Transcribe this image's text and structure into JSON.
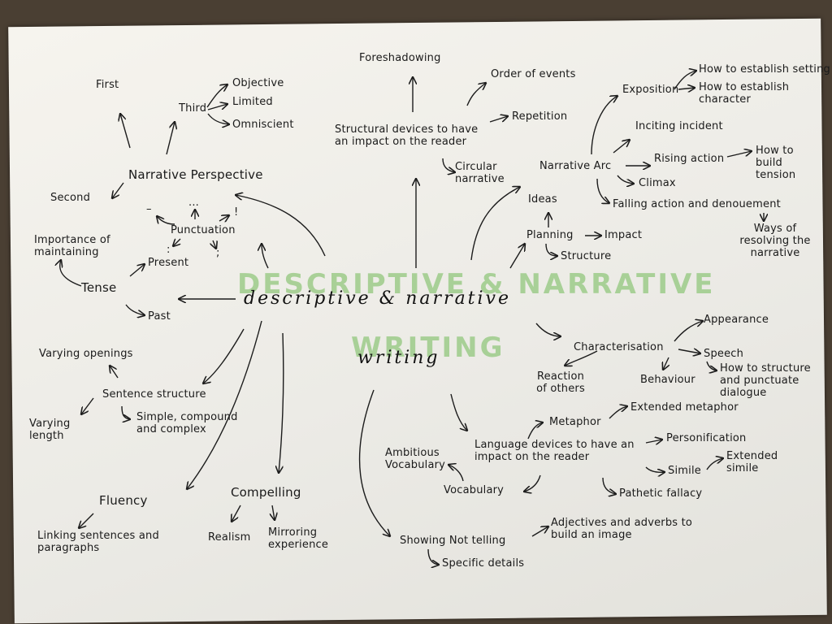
{
  "colors": {
    "highlighter": "#9dcc8a",
    "ink": "#1a1a1a",
    "paper": "#f3f2ec",
    "table": "#4a3f33"
  },
  "title": {
    "highlight_line1": "DESCRIPTIVE & NARRATIVE",
    "highlight_line2": "WRITING",
    "script_line1": "descriptive & narrative",
    "script_line2": "writing"
  },
  "nodes": {
    "narrative_perspective": "Narrative Perspective",
    "first": "First",
    "second": "Second",
    "third": "Third",
    "objective": "Objective",
    "limited": "Limited",
    "omniscient": "Omniscient",
    "punctuation": "Punctuation",
    "punct_dash": "–",
    "punct_ellipsis": "...",
    "punct_exclaim": "!",
    "punct_colon": ":",
    "punct_semicolon": ";",
    "tense": "Tense",
    "present": "Present",
    "past": "Past",
    "importance": "Importance of maintaining",
    "foreshadowing": "Foreshadowing",
    "structural": "Structural devices to have an impact on the reader",
    "order_of_events": "Order of events",
    "repetition": "Repetition",
    "circular": "Circular narrative",
    "narrative_arc": "Narrative Arc",
    "exposition": "Exposition",
    "setting": "How to establish setting",
    "character": "How to establish character",
    "inciting": "Inciting incident",
    "rising": "Rising action",
    "tension": "How to build tension",
    "climax": "Climax",
    "falling": "Falling action and denouement",
    "resolving": "Ways of resolving the narrative",
    "ideas": "Ideas",
    "planning": "Planning",
    "impact": "Impact",
    "structure": "Structure",
    "characterisation": "Characterisation",
    "appearance": "Appearance",
    "speech": "Speech",
    "dialogue": "How to structure and punctuate dialogue",
    "behaviour": "Behaviour",
    "reaction": "Reaction of others",
    "sentence_structure": "Sentence structure",
    "varying_openings": "Varying openings",
    "varying_length": "Varying length",
    "simple": "Simple, compound and complex",
    "language": "Language devices to have an impact on the reader",
    "metaphor": "Metaphor",
    "extended_metaphor": "Extended metaphor",
    "personification": "Personification",
    "simile": "Simile",
    "extended_simile": "Extended simile",
    "pathetic": "Pathetic fallacy",
    "vocabulary": "Vocabulary",
    "ambitious": "Ambitious Vocabulary",
    "fluency": "Fluency",
    "linking": "Linking sentences and paragraphs",
    "compelling": "Compelling",
    "realism": "Realism",
    "mirroring": "Mirroring experience",
    "showing": "Showing Not telling",
    "adjectives": "Adjectives and adverbs to build an image",
    "specific": "Specific details"
  }
}
